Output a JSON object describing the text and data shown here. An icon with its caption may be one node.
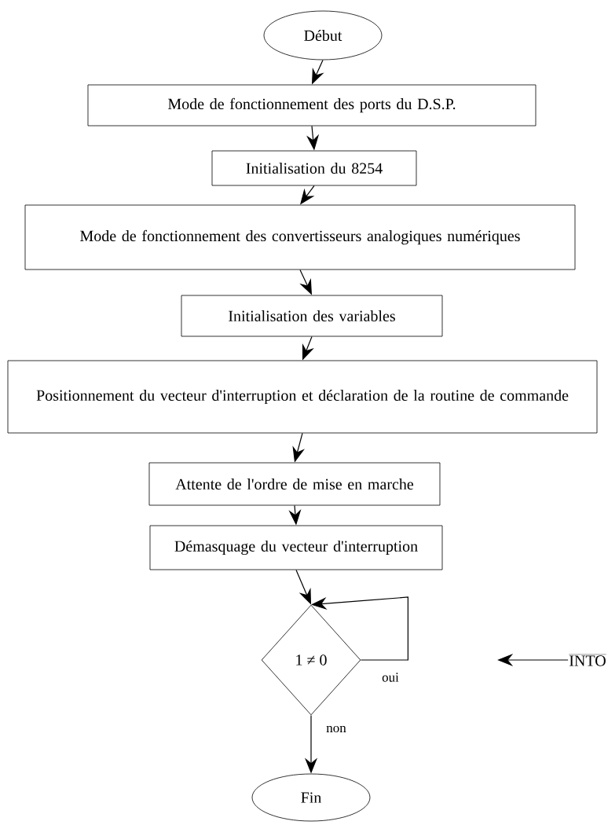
{
  "diagram": {
    "nodes": [
      {
        "text": [
          "Début"
        ]
      },
      {
        "text": [
          "Mode de fonctionnement des ports du D.S.P."
        ]
      },
      {
        "text": [
          "Initialisation du 8254"
        ]
      },
      {
        "text": [
          "Mode de fonctionnement des convertisseurs analogiques numériques"
        ]
      },
      {
        "text": [
          "Initialisation des variables"
        ]
      },
      {
        "text": [
          "Positionnement du vecteur d'interruption et déclaration de la routine de commande"
        ]
      },
      {
        "text": [
          "Attente de l'ordre de mise en marche"
        ]
      },
      {
        "text": [
          "Démasquage du vecteur d'interruption"
        ]
      },
      {
        "text": [
          "1 ≠ 0"
        ]
      },
      {
        "text": [
          "Fin"
        ]
      },
      {
        "text": [
          "INTO"
        ]
      }
    ],
    "edges": [
      {
        "from": 0,
        "to": 1,
        "arrow": "to"
      },
      {
        "from": 1,
        "to": 2,
        "arrow": "to"
      },
      {
        "from": 2,
        "to": 3,
        "arrow": "to"
      },
      {
        "from": 3,
        "to": 4,
        "arrow": "to"
      },
      {
        "from": 4,
        "to": 5,
        "arrow": "to"
      },
      {
        "from": 5,
        "to": 6,
        "arrow": "to"
      },
      {
        "from": 6,
        "to": 7,
        "arrow": "to"
      },
      {
        "from": 7,
        "to": 8,
        "arrow": "to"
      },
      {
        "from": 8,
        "to": 8,
        "arrow": "to",
        "label": "oui"
      },
      {
        "from": 8,
        "to": 9,
        "arrow": "to",
        "label": "non"
      },
      {
        "from": 10,
        "to": null,
        "arrow": "to"
      }
    ]
  }
}
